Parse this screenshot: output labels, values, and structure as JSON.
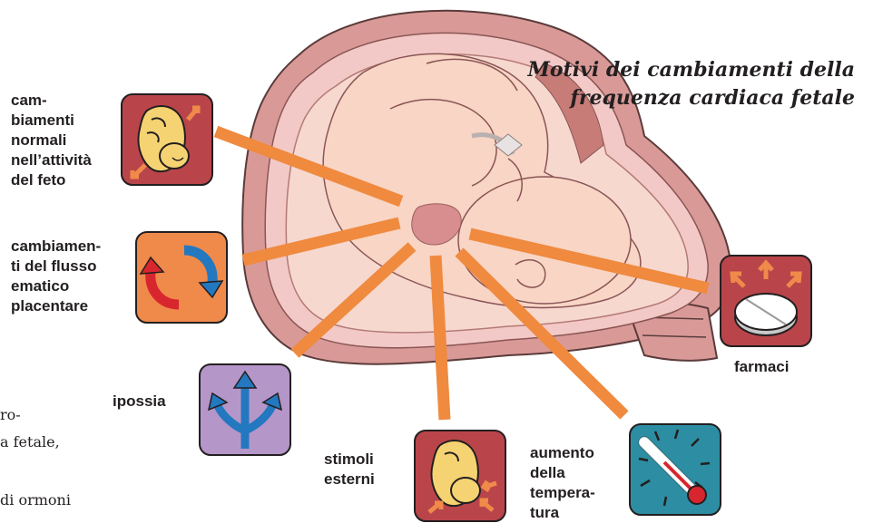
{
  "title": {
    "line1": "Motivi dei cambiamenti della",
    "line2": "frequenza cardiaca fetale"
  },
  "labels": {
    "fetal_activity": "cam-\nbiamenti\nnormali\nnell’attività\ndel feto",
    "placental_flow": "cambiamen-\nti del flusso\nematico\nplacentare",
    "hypoxia": "ipossia",
    "external_stimuli": "stimoli\nesterni",
    "temperature": "aumento\ndella\ntempera-\ntura",
    "drugs": "farmaci"
  },
  "body_text_fragments": [
    "ro-",
    "a fetale,",
    "di ormoni"
  ],
  "icons": {
    "fetal_activity": "fetus-arrows-icon",
    "placental_flow": "circular-arrows-icon",
    "hypoxia": "branching-arrows-icon",
    "external_stimuli": "fetus-inward-arrows-icon",
    "temperature": "thermometer-icon",
    "drugs": "pill-icon"
  },
  "colors": {
    "ray": "#ef8a3f",
    "uterus": "#f2c9c6",
    "fetus": "#f8d5c5",
    "heart": "#d88e8e",
    "icon_red": "#b9454a",
    "icon_orange": "#ef8a4a",
    "icon_purple": "#b596c8",
    "icon_teal": "#2d8da2"
  }
}
